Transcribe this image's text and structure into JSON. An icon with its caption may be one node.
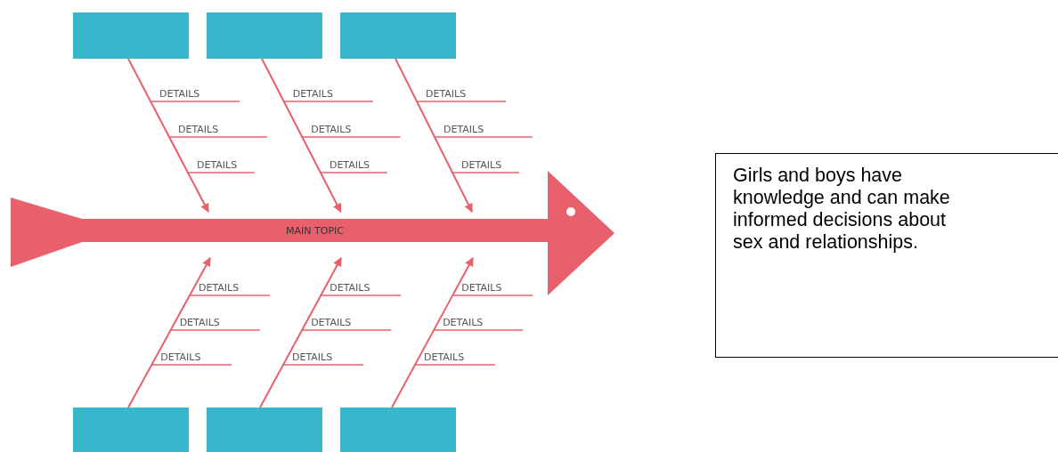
{
  "diagram": {
    "nodes": [
      {
        "text": [],
        "shape": "box"
      },
      {
        "text": [],
        "shape": "box"
      },
      {
        "text": [],
        "shape": "box"
      },
      {
        "text": [
          "MAIN TOPIC"
        ]
      },
      {
        "text": [],
        "shape": "box"
      },
      {
        "text": [],
        "shape": "box"
      },
      {
        "text": [],
        "shape": "box"
      },
      {
        "text": [
          "Girls and boys have knowledge and can make informed decisions about sex and relationships."
        ]
      }
    ],
    "edges": [
      {
        "from": 0,
        "to": 3,
        "arrow": "to"
      },
      {
        "from": 1,
        "to": 3,
        "arrow": "to"
      },
      {
        "from": 2,
        "to": 3,
        "arrow": "to"
      },
      {
        "from": 4,
        "to": 3,
        "arrow": "to"
      },
      {
        "from": 5,
        "to": 3,
        "arrow": "to"
      },
      {
        "from": 6,
        "to": 3,
        "arrow": "to"
      }
    ],
    "labels": [
      "DETAILS",
      "DETAILS",
      "DETAILS",
      "DETAILS",
      "DETAILS",
      "DETAILS",
      "DETAILS",
      "DETAILS",
      "DETAILS",
      "DETAILS",
      "DETAILS",
      "DETAILS",
      "DETAILS",
      "DETAILS",
      "DETAILS",
      "DETAILS",
      "DETAILS",
      "DETAILS"
    ]
  }
}
